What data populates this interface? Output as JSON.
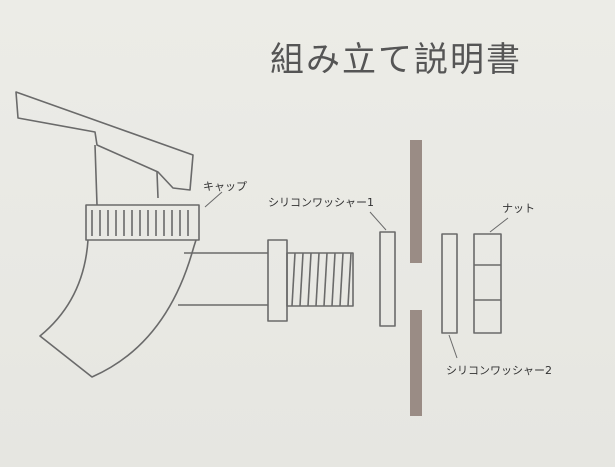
{
  "title": "組み立て説明書",
  "labels": {
    "cap": "キャップ",
    "washer1": "シリコンワッシャー1",
    "nut": "ナット",
    "washer2": "シリコンワッシャー2"
  },
  "colors": {
    "line": "#6a6a6a",
    "wall": "#9a8c85",
    "paper": "#e9e9e4"
  }
}
